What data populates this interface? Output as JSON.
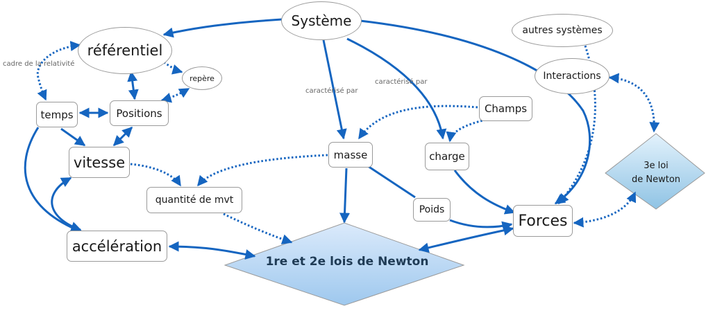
{
  "nodes": {
    "systeme": "Système",
    "referentiel": "référentiel",
    "autres_systemes": "autres systèmes",
    "interactions": "Interactions",
    "repere": "repère",
    "temps": "temps",
    "positions": "Positions",
    "champs": "Champs",
    "vitesse": "vitesse",
    "masse": "masse",
    "charge": "charge",
    "quantite_mvt": "quantité de mvt",
    "poids": "Poids",
    "forces": "Forces",
    "acceleration": "accélération",
    "newton_12": "1re et 2e lois de Newton",
    "newton_3_line1": "3e loi",
    "newton_3_line2": "de Newton"
  },
  "edge_labels": {
    "cadre": "cadre de la relativité",
    "caracterise_masse": "caractérisé par",
    "caracterise_charge": "caractérisé par"
  },
  "colors": {
    "edge": "#1565c0",
    "node_border": "#9a9a9a",
    "diamond_top": "#dbeafb",
    "diamond_bottom": "#9ec8ee",
    "diamond3_top": "#e3f2fc",
    "diamond3_bottom": "#8fc3e4"
  }
}
